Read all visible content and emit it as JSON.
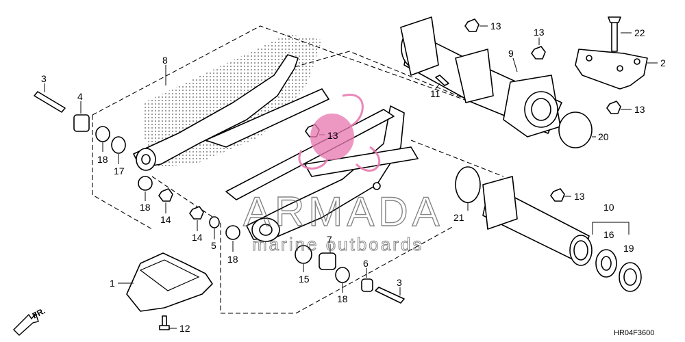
{
  "diagram": {
    "drawing_code": "HR04F3600",
    "front_marker": "FR.",
    "watermark": {
      "brand": "ARMADA",
      "tagline": "marine outboards",
      "accent_color": "#e879b0"
    },
    "callouts": [
      {
        "id": "c3a",
        "label": "3"
      },
      {
        "id": "c4",
        "label": "4"
      },
      {
        "id": "c8",
        "label": "8"
      },
      {
        "id": "c18a",
        "label": "18"
      },
      {
        "id": "c17",
        "label": "17"
      },
      {
        "id": "c18b",
        "label": "18"
      },
      {
        "id": "c14a",
        "label": "14"
      },
      {
        "id": "c14b",
        "label": "14"
      },
      {
        "id": "c5",
        "label": "5"
      },
      {
        "id": "c1",
        "label": "1"
      },
      {
        "id": "c12",
        "label": "12"
      },
      {
        "id": "c18c",
        "label": "18"
      },
      {
        "id": "c7",
        "label": "7"
      },
      {
        "id": "c15",
        "label": "15"
      },
      {
        "id": "c18d",
        "label": "18"
      },
      {
        "id": "c6",
        "label": "6"
      },
      {
        "id": "c3b",
        "label": "3"
      },
      {
        "id": "c13a",
        "label": "13"
      },
      {
        "id": "c13b",
        "label": "13"
      },
      {
        "id": "c9",
        "label": "9"
      },
      {
        "id": "c11",
        "label": "11"
      },
      {
        "id": "c13c",
        "label": "13"
      },
      {
        "id": "c22",
        "label": "22"
      },
      {
        "id": "c2",
        "label": "2"
      },
      {
        "id": "c13d",
        "label": "13"
      },
      {
        "id": "c20",
        "label": "20"
      },
      {
        "id": "c21",
        "label": "21"
      },
      {
        "id": "c13e",
        "label": "13"
      },
      {
        "id": "c10",
        "label": "10"
      },
      {
        "id": "c16",
        "label": "16"
      },
      {
        "id": "c19",
        "label": "19"
      }
    ]
  }
}
